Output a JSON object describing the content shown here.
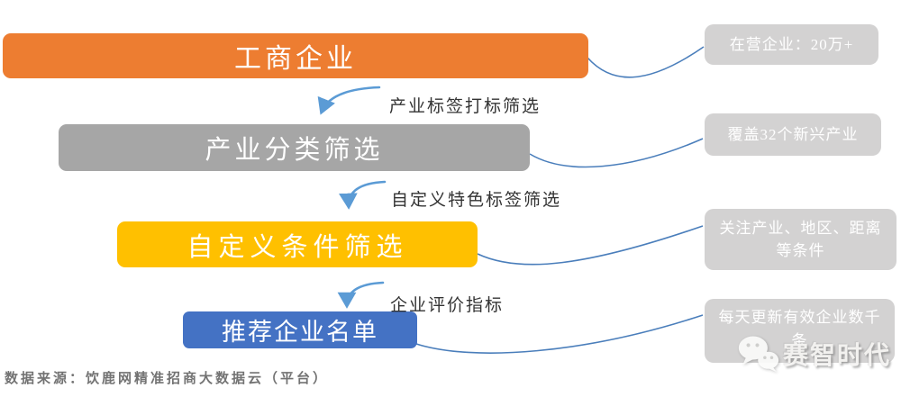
{
  "flow": {
    "steps": [
      {
        "label": "工商企业"
      },
      {
        "label": "产业分类筛选"
      },
      {
        "label": "自定义条件筛选"
      },
      {
        "label": "推荐企业名单"
      }
    ],
    "arrow_labels": [
      "产业标签打标筛选",
      "自定义特色标签筛选",
      "企业评价指标"
    ],
    "callouts": [
      "在营企业：20万+",
      "覆盖32个新兴产业",
      "关注产业、地区、距离等条件",
      "每天更新有效企业数千条"
    ]
  },
  "footer": {
    "source_note": "数据来源：饮鹿网精准招商大数据云（平台）"
  },
  "watermark": {
    "brand": "赛智时代",
    "icon": "wechat-icon"
  },
  "colors": {
    "steps": [
      "#ED7D31",
      "#A6A6A6",
      "#FFC000",
      "#4472C4"
    ],
    "callout_bg": "#D3D2D2",
    "connector_line": "#4A7EBB",
    "arrow": "#5B9BD5"
  }
}
